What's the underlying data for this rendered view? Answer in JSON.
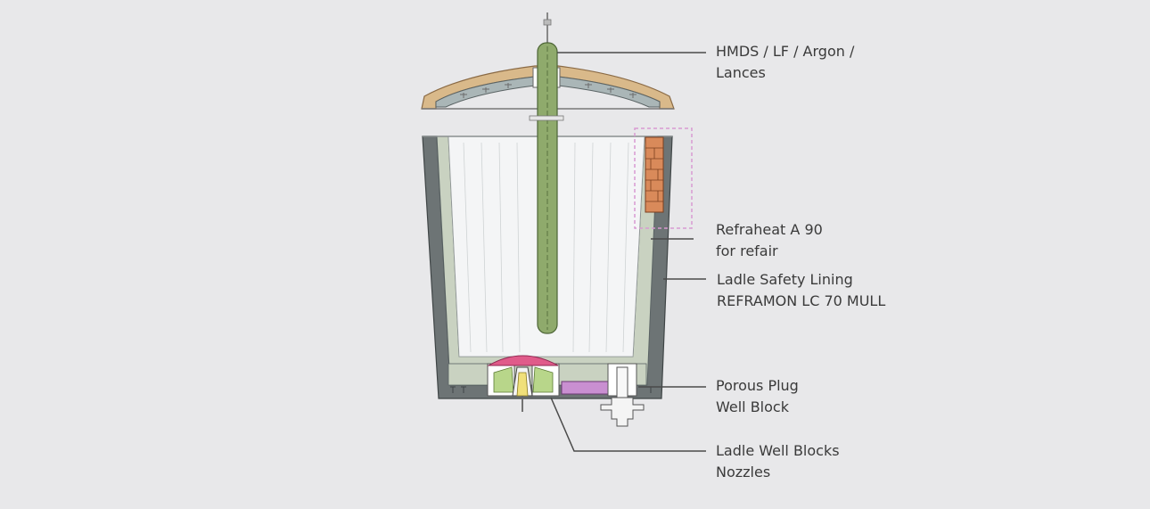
{
  "labels": {
    "lances": {
      "line1": "HMDS / LF / Argon /",
      "line2": "Lances"
    },
    "refraheat": {
      "line1": "Refraheat A 90",
      "line2": "for refair"
    },
    "safety_lining": {
      "line1": "Ladle Safety Lining",
      "line2": "REFRAMON LC 70 MULL"
    },
    "porous_plug": {
      "line1": "Porous Plug",
      "line2": "Well Block"
    },
    "well_blocks": {
      "line1": "Ladle Well Blocks",
      "line2": "Nozzles"
    }
  },
  "colors": {
    "background": "#e8e8ea",
    "outer_shell": "#6d7475",
    "safety_lining": "#c9d2c1",
    "working_lining": "#f4f5f6",
    "lance": "#8faa6c",
    "lid_frame": "#d9b98a",
    "lid_refractory": "#aab6b7",
    "refraheat_brick": "#d98a5a",
    "porous_plug_cap": "#e05b8a",
    "slide_gate_insert": "#c98fd1",
    "leader_line": "#4a4a4a",
    "highlight_box": "#d89ad2"
  }
}
